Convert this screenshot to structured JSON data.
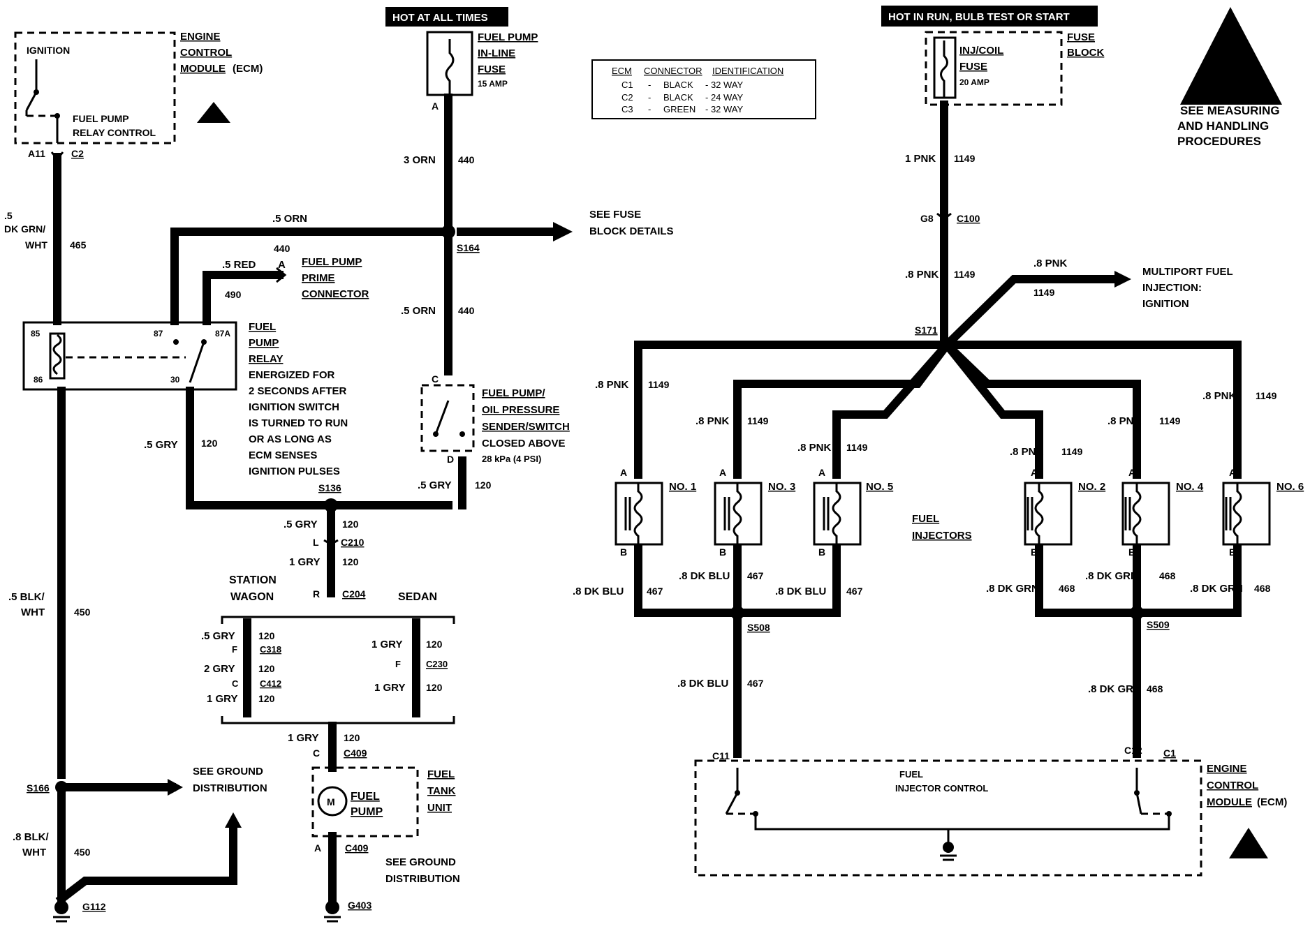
{
  "banners": {
    "hot_all_times": "HOT AT ALL TIMES",
    "hot_run": "HOT IN RUN, BULB TEST OR START"
  },
  "ecm_top": {
    "title": [
      "ENGINE",
      "CONTROL",
      "MODULE"
    ],
    "title_suffix": "(ECM)",
    "ignition": "IGNITION",
    "relay_control": [
      "FUEL PUMP",
      "RELAY CONTROL"
    ],
    "pin": "A11",
    "connector": "C2"
  },
  "fuel_pump_fuse": {
    "label": [
      "FUEL PUMP",
      "IN-LINE",
      "FUSE"
    ],
    "rating": "15 AMP",
    "pin": "A"
  },
  "connector_table": {
    "header": [
      "ECM",
      "CONNECTOR",
      "IDENTIFICATION"
    ],
    "rows": [
      [
        "C1",
        "-",
        "BLACK",
        "- 32 WAY"
      ],
      [
        "C2",
        "-",
        "BLACK",
        "- 24 WAY"
      ],
      [
        "C3",
        "-",
        "GREEN",
        "- 32 WAY"
      ]
    ]
  },
  "fuse_block": {
    "label": [
      "FUSE",
      "BLOCK"
    ],
    "fuse_label": [
      "INJ/COIL",
      "FUSE"
    ],
    "rating": "20 AMP"
  },
  "esd_notice": [
    "SEE MEASURING",
    "AND HANDLING",
    "PROCEDURES"
  ],
  "wires": {
    "w465": [
      ".5",
      "DK GRN/",
      "WHT",
      "465"
    ],
    "w440_top": [
      "3 ORN",
      "440"
    ],
    "w440_mid": [
      ".5 ORN",
      "440"
    ],
    "w440_low": [
      ".5 ORN",
      "440"
    ],
    "w490": [
      ".5 RED",
      "A",
      "490"
    ],
    "w120_relay": [
      ".5 GRY",
      "120"
    ],
    "w120_switch": [
      ".5 GRY",
      "120"
    ],
    "w120_c210_a": [
      ".5 GRY",
      "120"
    ],
    "w120_c210_b": [
      "1 GRY",
      "120"
    ],
    "w450_top": [
      ".5 BLK/",
      "WHT",
      "450"
    ],
    "w450_bot": [
      ".8 BLK/",
      "WHT",
      "450"
    ],
    "w1149_top": [
      "1 PNK",
      "1149"
    ],
    "w1149_mid": [
      ".8 PNK",
      "1149"
    ],
    "w1149_mpfi": [
      ".8 PNK",
      "1149"
    ],
    "wagon": [
      ".5 GRY",
      "120",
      "F",
      "C318",
      "2 GRY",
      "120",
      "C",
      "C412",
      "1 GRY",
      "120"
    ],
    "sedan": [
      "1 GRY",
      "120",
      "F",
      "C230",
      "1 GRY",
      "120"
    ],
    "pump_feed": [
      "1 GRY",
      "120",
      "C",
      "C409"
    ],
    "pump_ground": [
      "A",
      "C409"
    ]
  },
  "splices": {
    "s164": "S164",
    "s136": "S136",
    "s166": "S166",
    "s171": "S171",
    "s508": "S508",
    "s509": "S509"
  },
  "connectors": {
    "c210": [
      "L",
      "C210"
    ],
    "c204": [
      "R",
      "C204"
    ],
    "c100": [
      "G8",
      "C100"
    ]
  },
  "grounds": {
    "g112": "G112",
    "g403": "G403"
  },
  "see_fuse_block": [
    "SEE FUSE",
    "BLOCK DETAILS"
  ],
  "fuel_pump_prime": [
    "FUEL PUMP",
    "PRIME",
    "CONNECTOR"
  ],
  "fuel_pump_relay": {
    "label": [
      "FUEL",
      "PUMP",
      "RELAY"
    ],
    "description": [
      "ENERGIZED FOR",
      "2 SECONDS AFTER",
      "IGNITION SWITCH",
      "IS TURNED TO RUN",
      "OR AS LONG AS",
      "ECM SENSES",
      "IGNITION PULSES"
    ],
    "pins": [
      "85",
      "86",
      "87",
      "87A",
      "30"
    ]
  },
  "oil_switch": {
    "label": [
      "FUEL PUMP/",
      "OIL PRESSURE",
      "SENDER/SWITCH",
      "CLOSED ABOVE"
    ],
    "spec": "28 kPa (4 PSI)",
    "pins": [
      "C",
      "D"
    ]
  },
  "body_style": {
    "wagon": [
      "STATION",
      "WAGON"
    ],
    "sedan": "SEDAN"
  },
  "fuel_tank": {
    "label": [
      "FUEL",
      "TANK",
      "UNIT"
    ],
    "pump": [
      "FUEL",
      "PUMP"
    ],
    "motor": "M"
  },
  "see_ground_1": [
    "SEE GROUND",
    "DISTRIBUTION"
  ],
  "see_ground_2": [
    "SEE GROUND",
    "DISTRIBUTION"
  ],
  "mpfi": [
    "MULTIPORT FUEL",
    "INJECTION:",
    "IGNITION"
  ],
  "injectors": {
    "group_label": [
      "FUEL",
      "INJECTORS"
    ],
    "items": [
      {
        "name": "NO. 1",
        "in": [
          ".8 PNK",
          "1149"
        ],
        "out": [
          ".8 DK BLU",
          "467"
        ]
      },
      {
        "name": "NO. 3",
        "in": [
          ".8 PNK",
          "1149"
        ],
        "out": [
          ".8 DK BLU",
          "467"
        ]
      },
      {
        "name": "NO. 5",
        "in": [
          ".8 PNK",
          "1149"
        ],
        "out": [
          ".8 DK BLU",
          "467"
        ]
      },
      {
        "name": "NO. 2",
        "in": [
          ".8 PNK",
          "1149"
        ],
        "out": [
          ".8 DK GRN",
          "468"
        ]
      },
      {
        "name": "NO. 4",
        "in": [
          ".8 PNK",
          "1149"
        ],
        "out": [
          ".8 DK GRN",
          "468"
        ]
      },
      {
        "name": "NO. 6",
        "in": [
          ".8 PNK",
          "1149"
        ],
        "out": [
          ".8 DK GRN",
          "468"
        ]
      }
    ],
    "pin_in": "A",
    "pin_out": "B"
  },
  "w467_down": [
    ".8 DK BLU",
    "467"
  ],
  "w468_down": [
    ".8 DK GRN",
    "468"
  ],
  "ecm_bottom": {
    "title": [
      "ENGINE",
      "CONTROL",
      "MODULE"
    ],
    "title_suffix": "(ECM)",
    "control": [
      "FUEL",
      "INJECTOR CONTROL"
    ],
    "pins": [
      "C11",
      "C12",
      "C1"
    ]
  }
}
